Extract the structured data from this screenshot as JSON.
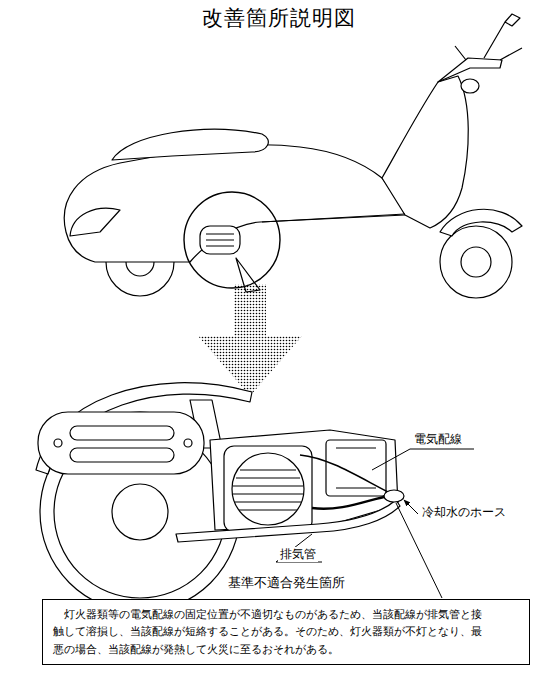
{
  "diagram": {
    "title": "改善箇所説明図",
    "nodes": [
      {
        "text": [
          "基準不適合発生箇所",
          "灯火器類等の電気配線の固定位置が不適切なものがあるため、当該配線が排気管と接 触して溶損し、当該配線が短絡することがある。そのため、灯火器類が不灯となり、最 悪の場合、当該配線が発熱して火災に至るおそれがある。"
        ]
      }
    ],
    "labels": [
      "電気配線",
      "冷却水のホース",
      "排気管"
    ]
  }
}
